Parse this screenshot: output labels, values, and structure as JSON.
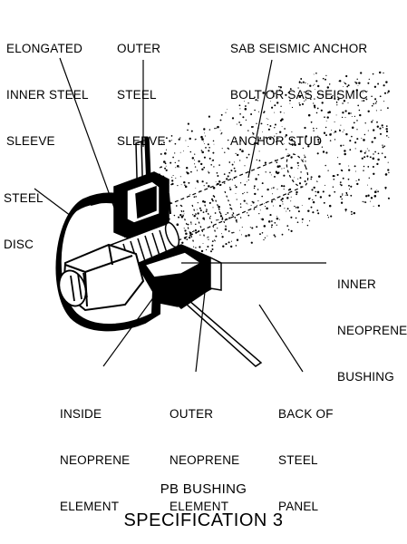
{
  "labels": {
    "elongated_sleeve": [
      "ELONGATED",
      "INNER STEEL",
      "SLEEVE"
    ],
    "outer_sleeve": [
      "OUTER",
      "STEEL",
      "SLEEVE"
    ],
    "anchor": [
      "SAB SEISMIC ANCHOR",
      "BOLT OR SAS SEISMIC",
      "ANCHOR STUD"
    ],
    "steel_disc": [
      "STEEL",
      "DISC"
    ],
    "inner_bushing": [
      "INNER",
      "NEOPRENE",
      "BUSHING"
    ],
    "inside_element": [
      "INSIDE",
      "NEOPRENE",
      "ELEMENT"
    ],
    "outer_element": [
      "OUTER",
      "NEOPRENE",
      "ELEMENT"
    ],
    "back_panel": [
      "BACK OF",
      "STEEL",
      "PANEL"
    ]
  },
  "caption": {
    "line1": "PB BUSHING",
    "line2": "SPECIFICATION 3"
  },
  "colors": {
    "ink": "#000000",
    "paper": "#ffffff"
  }
}
